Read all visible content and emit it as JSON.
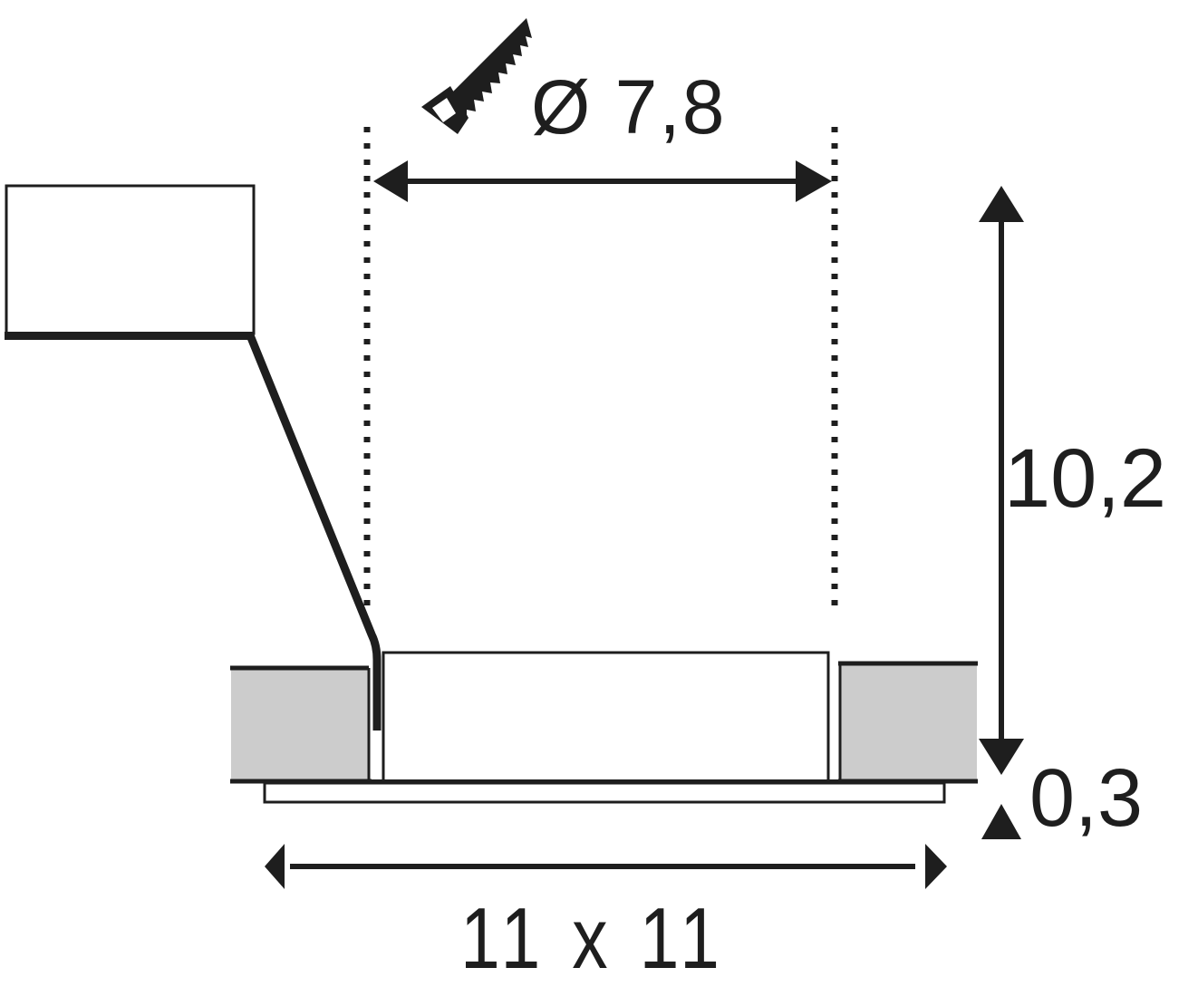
{
  "diagram": {
    "type": "technical-dimension-drawing",
    "subject": "recessed ceiling downlight, side section view",
    "colors": {
      "stroke": "#1e1e1e",
      "ceiling_fill": "#cccccc",
      "background": "#ffffff"
    },
    "dimensions": {
      "cutout_diameter": {
        "symbol": "Ø",
        "value": "7,8",
        "label": "Ø 7,8",
        "icon": "saw-icon"
      },
      "height": {
        "value": "10,2",
        "label": "10,2"
      },
      "flange_thickness": {
        "value": "0,3",
        "label": "0,3"
      },
      "outer_size": {
        "value": "11 x 11",
        "label": "11 x 11"
      }
    },
    "parts": [
      "driver-box",
      "connection-cable",
      "lamp-housing",
      "ceiling-panel-left",
      "ceiling-panel-right",
      "trim-flange"
    ]
  }
}
